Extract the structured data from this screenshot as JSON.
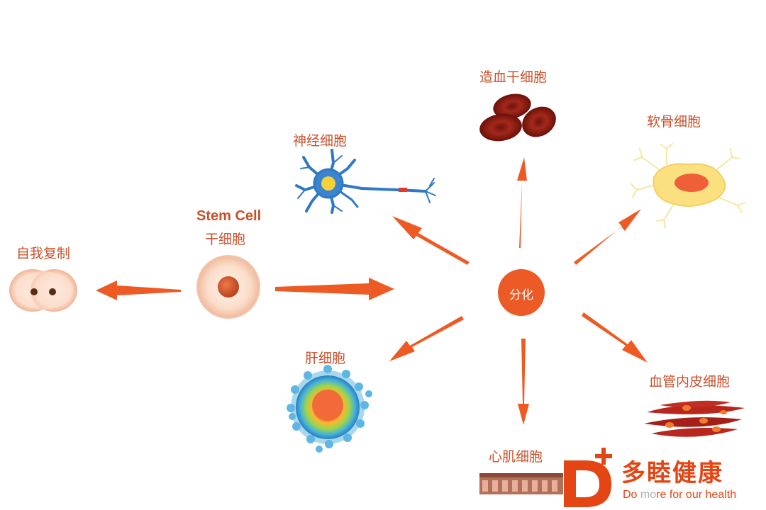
{
  "center": {
    "label": "分化"
  },
  "stem": {
    "label_en": "Stem Cell",
    "label_cn": "干细胞"
  },
  "self_renewal": {
    "label": "自我复制"
  },
  "cells": {
    "neuron": "神经细胞",
    "hematopoietic": "造血干细胞",
    "cartilage": "软骨细胞",
    "liver": "肝细胞",
    "cardiac": "心肌细胞",
    "endothelial": "血管内皮细胞"
  },
  "brand": {
    "name": "多睦健康",
    "slogan_prefix": "Do ",
    "slogan_accent": "mo",
    "slogan_suffix": "re for our health"
  },
  "colors": {
    "arrow": "#ee5a24",
    "label": "#c8502a",
    "brand": "#e44514",
    "center": "#ec5a26"
  }
}
